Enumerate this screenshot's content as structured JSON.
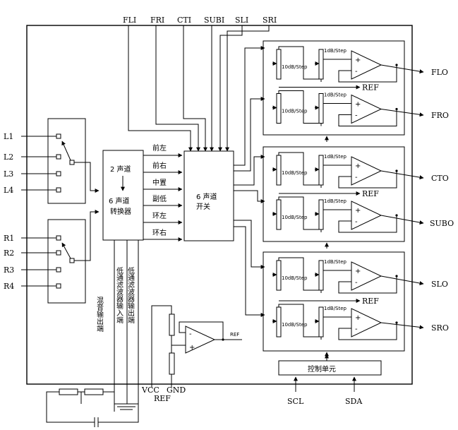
{
  "top_inputs": [
    "FLI",
    "FRI",
    "CTI",
    "SUBI",
    "SLI",
    "SRI"
  ],
  "left_inputs": [
    "L1",
    "L2",
    "L3",
    "L4"
  ],
  "right_inputs": [
    "R1",
    "R2",
    "R3",
    "R4"
  ],
  "converter": {
    "line1": "2 声道",
    "line2": "6 声道",
    "line3": "转换器"
  },
  "converter_outputs": [
    "前左",
    "前右",
    "中置",
    "副低",
    "环左",
    "环右"
  ],
  "switch": {
    "line1": "6 声道",
    "line2": "开关"
  },
  "outputs": [
    "FLO",
    "FRO",
    "CTO",
    "SUBO",
    "SLO",
    "SRO"
  ],
  "attenuator_left": "10dB/Step",
  "attenuator_right": "1dB/Step",
  "ref_label": "REF",
  "vertical_labels": {
    "mix_out": "混音输出端",
    "lpf_in": "低通滤波器输入端",
    "lpf_out": "低通滤波器输出端"
  },
  "bottom_pins": {
    "vcc": "VCC",
    "gnd": "GND",
    "ref": "REF",
    "scl": "SCL",
    "sda": "SDA"
  },
  "control_unit": "控制单元",
  "plus": "+",
  "minus": "-"
}
